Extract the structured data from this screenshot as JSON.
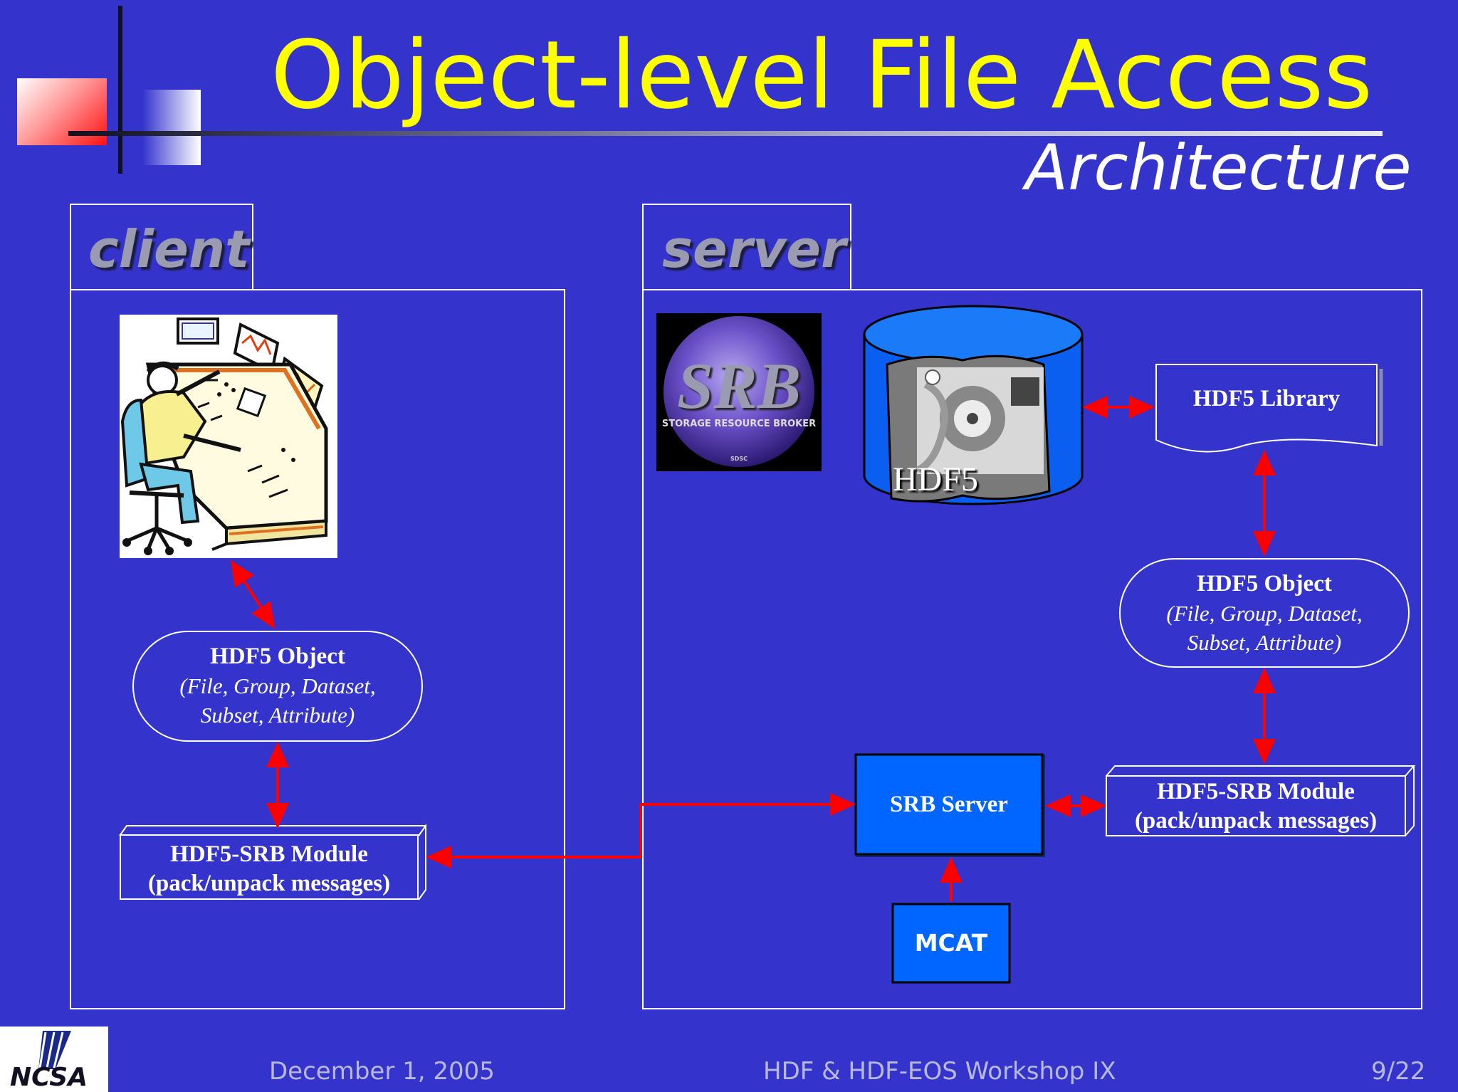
{
  "slide": {
    "title": "Object-level File Access",
    "subtitle": "Architecture"
  },
  "client": {
    "tab_label": "client",
    "object_box": {
      "title": "HDF5 Object",
      "line2": "(File, Group, Dataset,",
      "line3": "Subset, Attribute)"
    },
    "module_box": {
      "line1": "HDF5-SRB Module",
      "line2": "(pack/unpack messages)"
    }
  },
  "server": {
    "tab_label": "server",
    "srb_logo": {
      "text": "SRB",
      "caption": "STORAGE RESOURCE BROKER",
      "small": "SDSC"
    },
    "database_label": "HDF5",
    "library_box": "HDF5 Library",
    "object_box": {
      "title": "HDF5 Object",
      "line2": "(File, Group, Dataset,",
      "line3": "Subset, Attribute)"
    },
    "module_box": {
      "line1": "HDF5-SRB Module",
      "line2": "(pack/unpack messages)"
    },
    "srb_server": "SRB Server",
    "mcat": "MCAT"
  },
  "footer": {
    "date": "December 1, 2005",
    "event": "HDF & HDF-EOS Workshop IX",
    "page": "9/22"
  },
  "logo": {
    "text": "NCSA"
  },
  "colors": {
    "background": "#3434cc",
    "title": "#ffff00",
    "arrow": "#ff0000",
    "server_box": "#0066ff"
  }
}
